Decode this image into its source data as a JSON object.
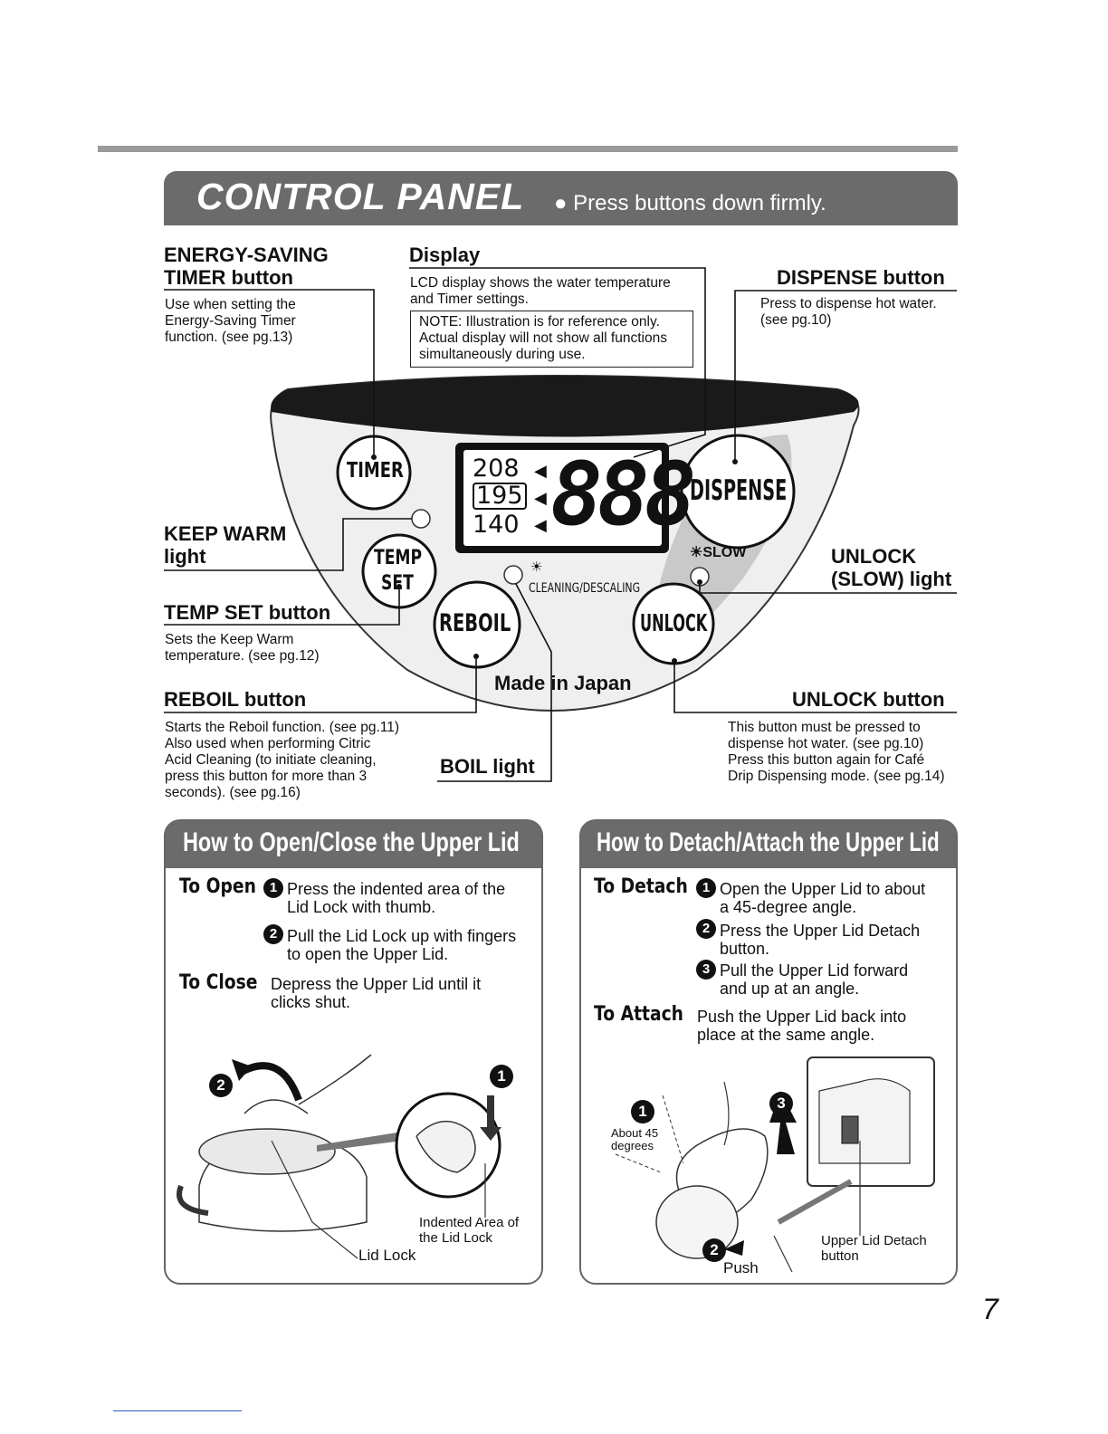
{
  "header": {
    "title": "CONTROL PANEL",
    "note": "● Press buttons down firmly."
  },
  "labels": {
    "timer_title_1": "ENERGY-SAVING",
    "timer_title_2": "TIMER button",
    "timer_desc_1": "Use when setting the",
    "timer_desc_2": "Energy-Saving  Timer",
    "timer_desc_3": "function. (see pg.13)",
    "display_title": "Display",
    "display_desc_1": "LCD display shows the water temperature",
    "display_desc_2": "and Timer settings.",
    "display_note_1": "NOTE: Illustration is for reference only.",
    "display_note_2": "Actual display will not show all functions",
    "display_note_3": "simultaneously during use.",
    "dispense_title": "DISPENSE button",
    "dispense_desc_1": "Press to dispense hot water.",
    "dispense_desc_2": "(see pg.10)",
    "keepwarm_title_1": "KEEP WARM",
    "keepwarm_title_2": "light",
    "unlock_light_1": "UNLOCK",
    "unlock_light_2": "(SLOW) light",
    "tempset_title": "TEMP SET button",
    "tempset_desc_1": "Sets the Keep Warm",
    "tempset_desc_2": "temperature. (see pg.12)",
    "made_in": "Made in Japan",
    "reboil_title": "REBOIL button",
    "reboil_desc_1": "Starts the Reboil function. (see pg.11)",
    "reboil_desc_2": "Also used when performing Citric",
    "reboil_desc_3": "Acid Cleaning (to initiate cleaning,",
    "reboil_desc_4": "press this button for more than 3",
    "reboil_desc_5": "seconds).  (see pg.16)",
    "boil_light": "BOIL light",
    "unlock_title": "UNLOCK button",
    "unlock_desc_1": "This button must be pressed to",
    "unlock_desc_2": "dispense hot water. (see pg.10)",
    "unlock_desc_3": "Press this button again for Café",
    "unlock_desc_4": "Drip Dispensing mode. (see pg.14)"
  },
  "panel": {
    "btn_timer": "TIMER",
    "btn_temp": "TEMP",
    "btn_set": "SET",
    "btn_reboil": "REBOIL",
    "btn_dispense": "DISPENSE",
    "btn_unlock": "UNLOCK",
    "temp_1": "208",
    "temp_2": "195",
    "temp_3": "140",
    "lcd_digits": "888",
    "slow_label": "SLOW",
    "cleaning_label": "CLEANING/DESCALING"
  },
  "open_close": {
    "title": "How to Open/Close the Upper Lid",
    "open_label": "To Open",
    "open_step1_num": "1",
    "open_step1_a": "Press the indented area of the",
    "open_step1_b": "Lid Lock with thumb.",
    "open_step2_num": "2",
    "open_step2_a": "Pull the Lid Lock up with fingers",
    "open_step2_b": "to open the Upper Lid.",
    "close_label": "To Close",
    "close_a": "Depress the Upper Lid until it",
    "close_b": "clicks shut.",
    "callout_indent_1": "Indented Area of",
    "callout_indent_2": "the Lid Lock",
    "callout_lidlock": "Lid Lock",
    "marker_1": "1",
    "marker_2": "2"
  },
  "detach_attach": {
    "title": "How to Detach/Attach the Upper Lid",
    "detach_label": "To Detach",
    "step1_num": "1",
    "step1_a": "Open the Upper Lid to about",
    "step1_b": "a 45-degree angle.",
    "step2_num": "2",
    "step2_a": "Press the Upper Lid Detach",
    "step2_b": "button.",
    "step3_num": "3",
    "step3_a": "Pull the Upper Lid forward",
    "step3_b": "and up at an angle.",
    "attach_label": "To Attach",
    "attach_a": "Push the Upper Lid back into",
    "attach_b": "place at the same angle.",
    "about_1": "About 45",
    "about_2": "degrees",
    "push": "Push",
    "detach_btn_1": "Upper Lid Detach",
    "detach_btn_2": "button",
    "marker_1": "1",
    "marker_2": "2",
    "marker_3": "3"
  },
  "page_number": "7"
}
